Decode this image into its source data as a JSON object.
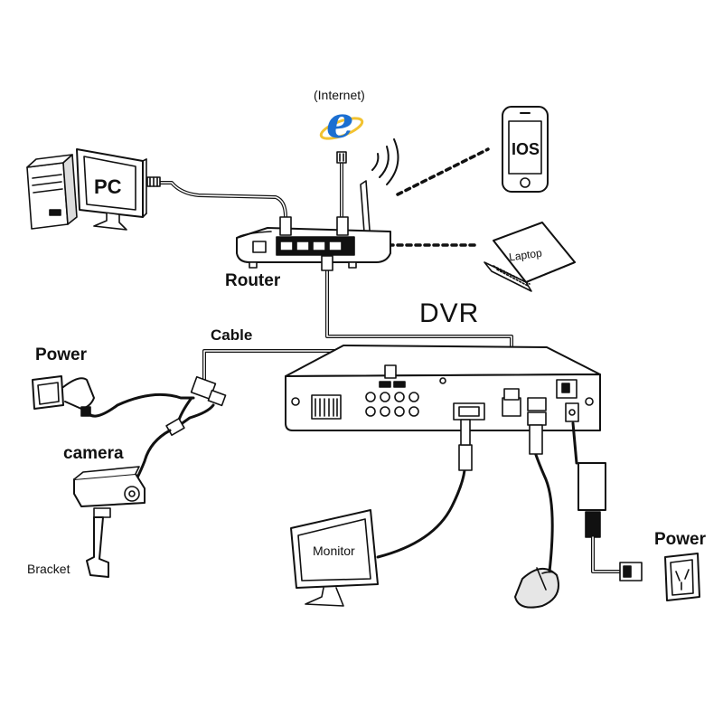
{
  "labels": {
    "internet": "(Internet)",
    "ie_letter": "e",
    "pc": "PC",
    "ios": "IOS",
    "laptop": "Laptop",
    "router": "Router",
    "dvr": "DVR",
    "cable": "Cable",
    "power_left": "Power",
    "camera": "camera",
    "bracket": "Bracket",
    "monitor": "Monitor",
    "power_right": "Power"
  },
  "colors": {
    "line": "#111111",
    "ie_blue": "#1c6fd1",
    "ie_ring": "#f2c230",
    "mouse_fill": "#e6e6e6"
  }
}
